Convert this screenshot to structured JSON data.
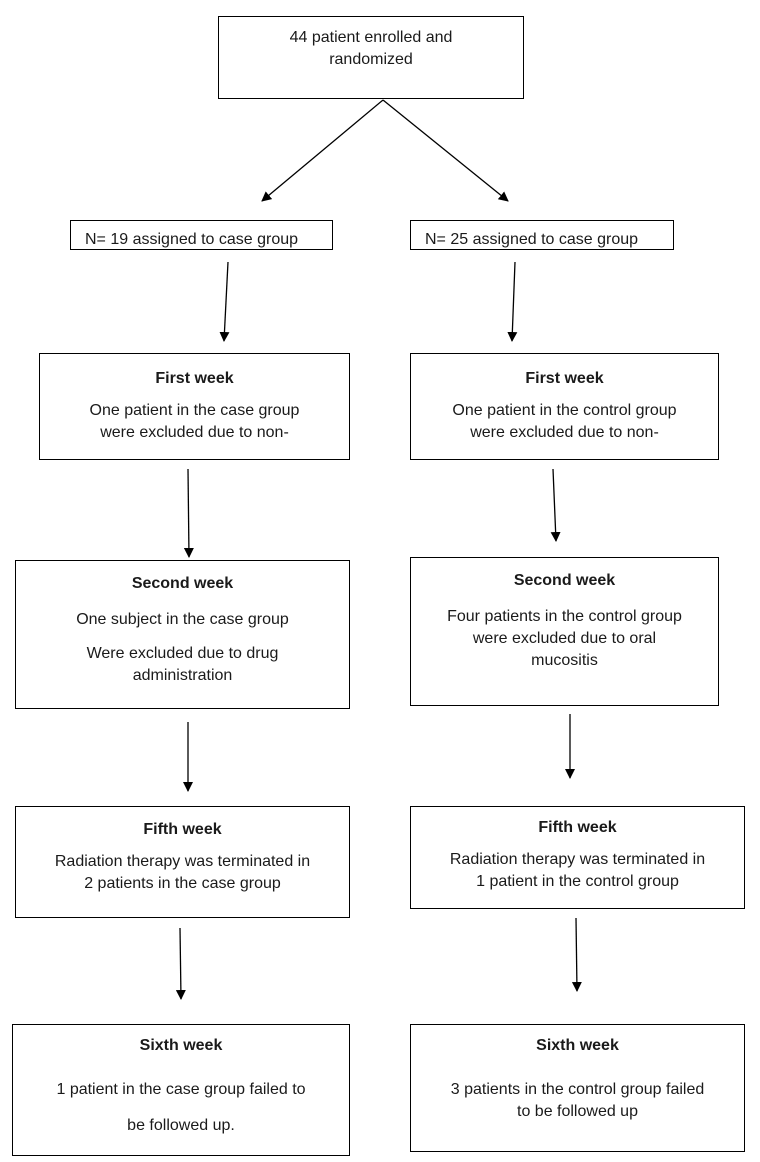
{
  "flowchart": {
    "enrollment": {
      "lines": [
        "44 patient enrolled and",
        "randomized"
      ]
    },
    "assignments": [
      {
        "label": "N= 19 assigned to case group"
      },
      {
        "label": "N= 25 assigned to case group"
      }
    ],
    "case_group": {
      "first_week": {
        "title": "First week",
        "lines": [
          "One patient in the case group",
          "were excluded due to non-"
        ]
      },
      "second_week": {
        "title": "Second week",
        "lines": [
          "One subject in the case group",
          "Were excluded due to drug",
          "administration"
        ]
      },
      "fifth_week": {
        "title": "Fifth week",
        "lines": [
          "Radiation therapy was terminated in",
          "2 patients in the case group"
        ]
      },
      "sixth_week": {
        "title": "Sixth week",
        "lines": [
          "1 patient in the case group failed to",
          "be followed up."
        ]
      }
    },
    "control_group": {
      "first_week": {
        "title": "First week",
        "lines": [
          "One patient in the control group",
          "were excluded due to non-"
        ]
      },
      "second_week": {
        "title": "Second week",
        "lines": [
          "Four patients in the control group",
          "were excluded due to oral",
          "mucositis"
        ]
      },
      "fifth_week": {
        "title": "Fifth week",
        "lines": [
          "Radiation therapy was terminated in",
          "1 patient in the control group"
        ]
      },
      "sixth_week": {
        "title": "Sixth week",
        "lines": [
          "3 patients in the control group failed",
          "to be followed up"
        ]
      }
    }
  }
}
